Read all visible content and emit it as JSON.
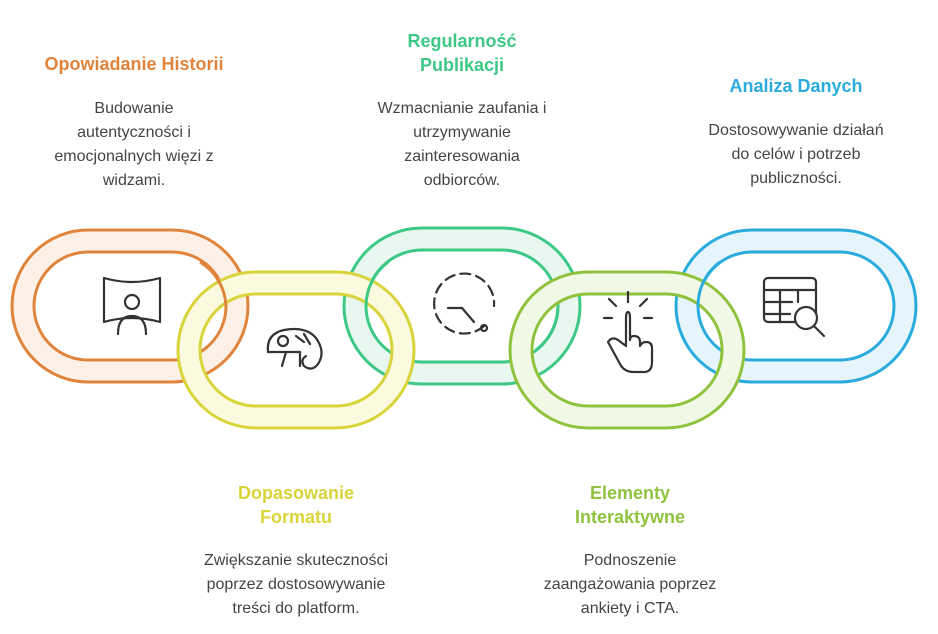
{
  "colors": {
    "orange": "#E0843C",
    "orange_fill": "#FDF0E6",
    "yellow": "#D8D43A",
    "yellow_fill": "#FBFADF",
    "green": "#3DC985",
    "green_fill": "#E8F8F0",
    "lime": "#8FC33E",
    "lime_fill": "#F1F8E6",
    "blue": "#2AABDD",
    "blue_fill": "#E6F5FC",
    "text": "#444444",
    "icon": "#333333"
  },
  "steps": [
    {
      "title": "Opowiadanie Historii",
      "description": [
        "Budowanie",
        "autentyczności i",
        "emocjonalnych więzi z",
        "widzami."
      ],
      "icon": "presenter-icon"
    },
    {
      "title_lines": [
        "Dopasowanie",
        "Formatu"
      ],
      "description": [
        "Zwiększanie skuteczności",
        "poprzez dostosowywanie",
        "treści do platform."
      ],
      "icon": "chameleon-icon"
    },
    {
      "title_lines": [
        "Regularność",
        "Publikacji"
      ],
      "description": [
        "Wzmacnianie zaufania i",
        "utrzymywanie",
        "zainteresowania",
        "odbiorców."
      ],
      "icon": "clock-icon"
    },
    {
      "title_lines": [
        "Elementy",
        "Interaktywne"
      ],
      "description": [
        "Podnoszenie",
        "zaangażowania poprzez",
        "ankiety i CTA."
      ],
      "icon": "tap-icon"
    },
    {
      "title": "Analiza Danych",
      "description": [
        "Dostosowywanie działań",
        "do celów i potrzeb",
        "publiczności."
      ],
      "icon": "table-search-icon"
    }
  ]
}
